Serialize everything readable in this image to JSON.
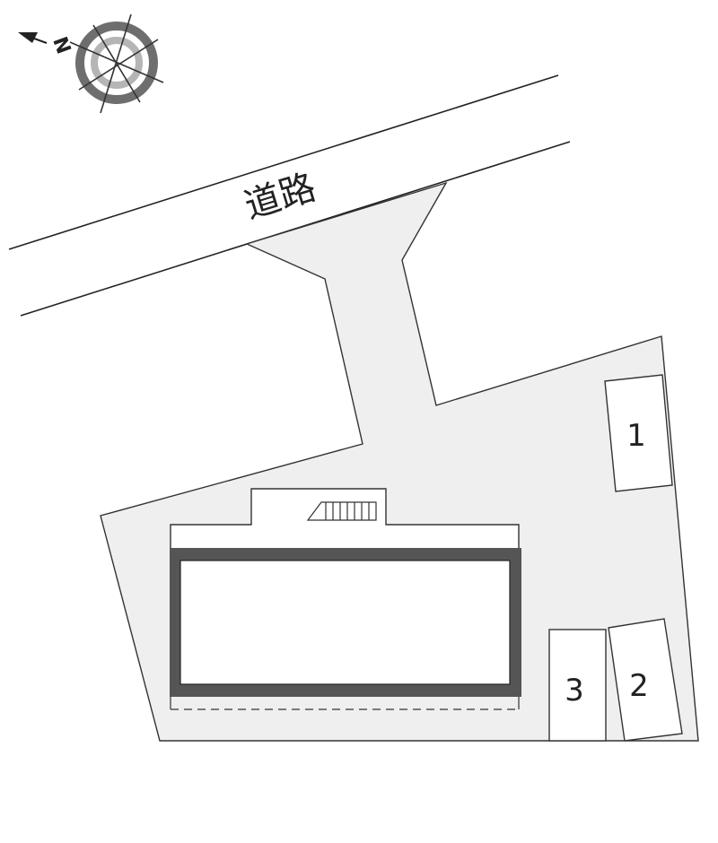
{
  "road": {
    "label": "道路"
  },
  "compass": {
    "north_label": "N"
  },
  "parking": [
    {
      "number": "1"
    },
    {
      "number": "2"
    },
    {
      "number": "3"
    }
  ]
}
